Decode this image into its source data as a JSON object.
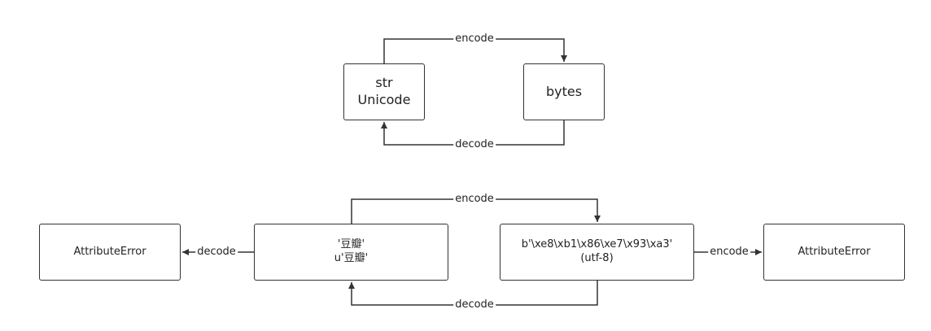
{
  "top": {
    "str_node": {
      "line1": "str",
      "line2": "Unicode"
    },
    "bytes_node": {
      "line1": "bytes"
    },
    "encode_label": "encode",
    "decode_label": "decode"
  },
  "bottom": {
    "error_left": {
      "label": "AttributeError"
    },
    "text_node": {
      "line1": "'豆瓣'",
      "line2": "u'豆瓣'"
    },
    "bytes_node": {
      "line1": "b'\\xe8\\xb1\\x86\\xe7\\x93\\xa3'",
      "line2": "(utf-8)"
    },
    "error_right": {
      "label": "AttributeError"
    },
    "encode_label": "encode",
    "decode_label": "decode",
    "left_decode_label": "decode",
    "right_encode_label": "encode"
  }
}
